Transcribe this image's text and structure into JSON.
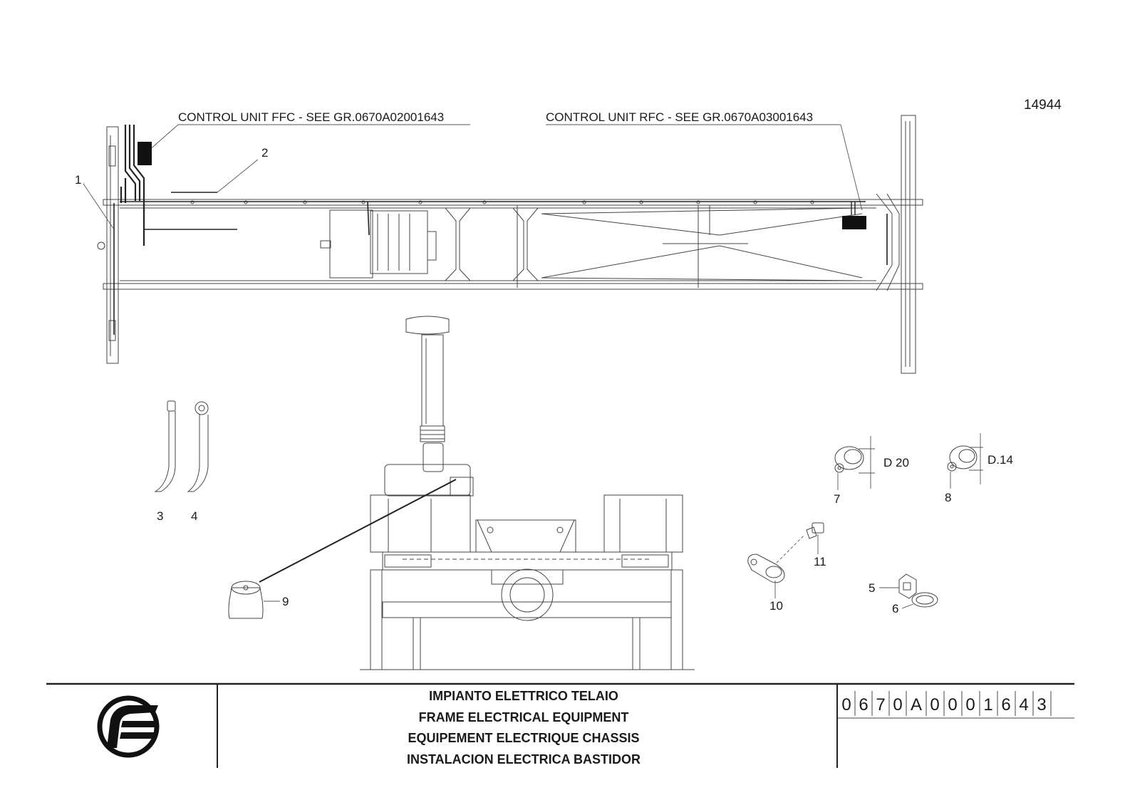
{
  "drawing_number": "14944",
  "callouts": {
    "ffc": "CONTROL UNIT FFC - SEE GR.0670A02001643",
    "rfc": "CONTROL UNIT RFC - SEE GR.0670A03001643"
  },
  "parts": [
    "1",
    "2",
    "3",
    "4",
    "5",
    "6",
    "7",
    "8",
    "9",
    "10",
    "11"
  ],
  "dimensions": {
    "d20": "D 20",
    "d14": "D.14"
  },
  "title_block": {
    "lines": [
      "IMPIANTO ELETTRICO TELAIO",
      "FRAME ELECTRICAL EQUIPMENT",
      "EQUIPEMENT ELECTRIQUE CHASSIS",
      "INSTALACION ELECTRICA BASTIDOR"
    ],
    "code": [
      "0",
      "6",
      "7",
      "0",
      "A",
      "0",
      "0",
      "0",
      "1",
      "6",
      "4",
      "3"
    ]
  },
  "colors": {
    "line": "#444444",
    "text": "#1a1a1a"
  }
}
